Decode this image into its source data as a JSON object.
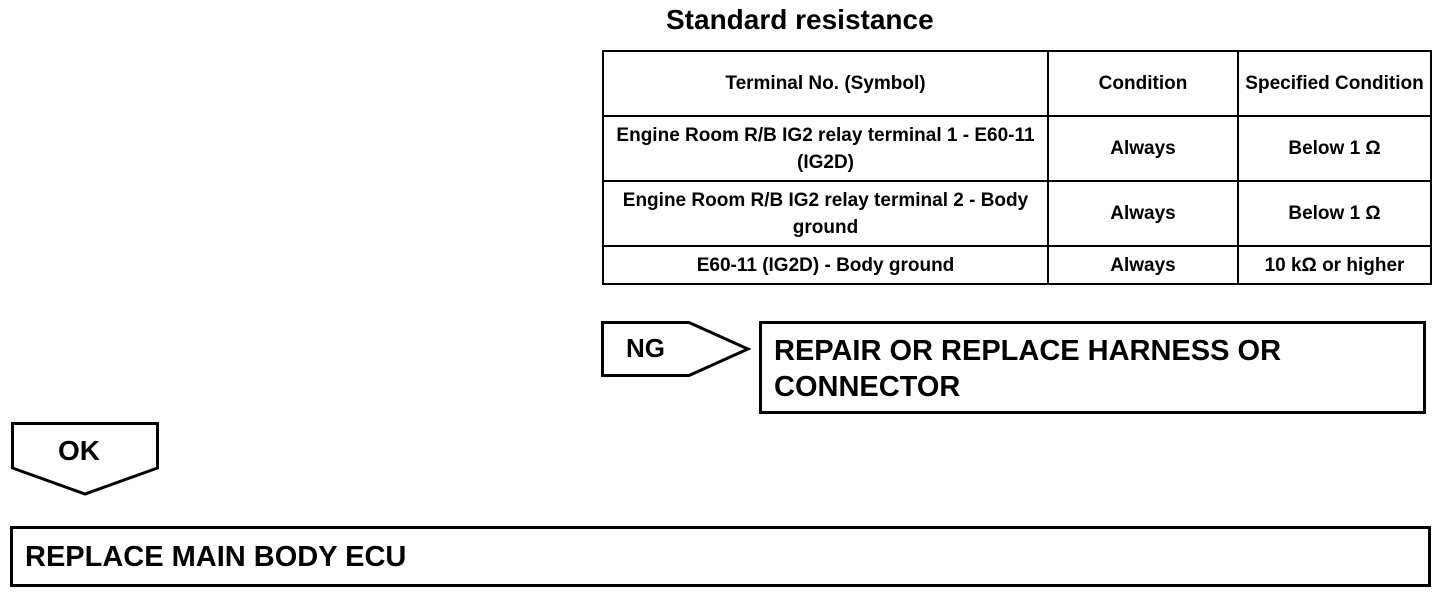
{
  "standard_resistance": {
    "title": "Standard resistance",
    "headers": {
      "terminal": "Terminal No. (Symbol)",
      "condition": "Condition",
      "specified": "Specified Condition"
    },
    "rows": [
      {
        "terminal": "Engine Room R/B IG2 relay terminal 1 - E60-11 (IG2D)",
        "condition": "Always",
        "specified": "Below 1 Ω"
      },
      {
        "terminal": "Engine Room R/B IG2 relay terminal 2 - Body ground",
        "condition": "Always",
        "specified": "Below 1 Ω"
      },
      {
        "terminal": "E60-11 (IG2D) - Body ground",
        "condition": "Always",
        "specified": "10 kΩ or higher"
      }
    ]
  },
  "ng_branch": {
    "label": "NG",
    "action": "REPAIR OR REPLACE HARNESS OR CONNECTOR"
  },
  "ok_branch": {
    "label": "OK",
    "action": "REPLACE MAIN BODY ECU"
  }
}
